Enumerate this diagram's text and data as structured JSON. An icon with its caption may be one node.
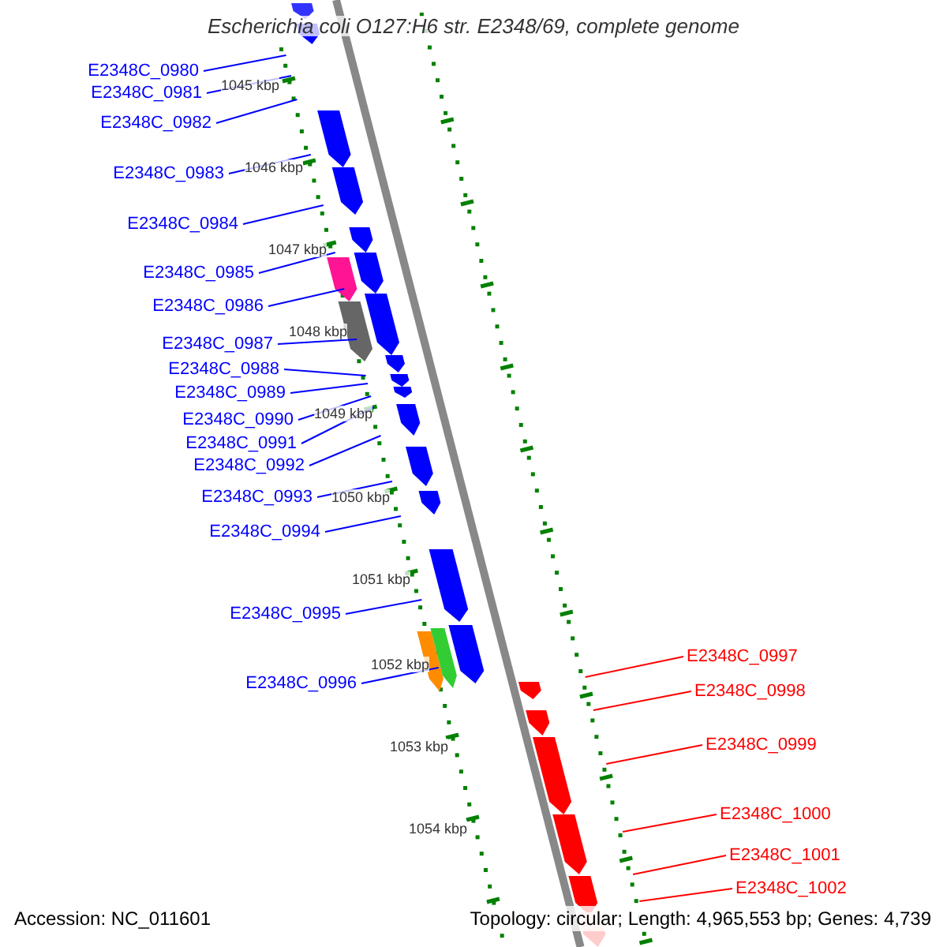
{
  "diagram": {
    "title": "Escherichia coli O127:H6 str. E2348/69, complete genome",
    "nodes": [
      {
        "text": [
          "E2348C_0980"
        ]
      },
      {
        "text": [
          "E2348C_0981"
        ]
      },
      {
        "text": [
          "E2348C_0982"
        ]
      },
      {
        "text": [
          "E2348C_0983"
        ]
      },
      {
        "text": [
          "E2348C_0984"
        ]
      },
      {
        "text": [
          "E2348C_0985"
        ]
      },
      {
        "text": [
          "E2348C_0986"
        ]
      },
      {
        "text": [
          "E2348C_0987"
        ]
      },
      {
        "text": [
          "E2348C_0988"
        ]
      },
      {
        "text": [
          "E2348C_0989"
        ]
      },
      {
        "text": [
          "E2348C_0990"
        ]
      },
      {
        "text": [
          "E2348C_0991"
        ]
      },
      {
        "text": [
          "E2348C_0992"
        ]
      },
      {
        "text": [
          "E2348C_0993"
        ]
      },
      {
        "text": [
          "E2348C_0994"
        ]
      },
      {
        "text": [
          "E2348C_0995"
        ]
      },
      {
        "text": [
          "E2348C_0996"
        ]
      },
      {
        "text": [
          "E2348C_0997"
        ]
      },
      {
        "text": [
          "E2348C_0998"
        ]
      },
      {
        "text": [
          "E2348C_0999"
        ]
      },
      {
        "text": [
          "E2348C_1000"
        ]
      },
      {
        "text": [
          "E2348C_1001"
        ]
      },
      {
        "text": [
          "E2348C_1002"
        ]
      },
      {
        "text": [],
        "shape": "ruler"
      },
      {
        "text": [],
        "shape": "ruler"
      }
    ],
    "edges": [
      {
        "from": 0,
        "to": 23,
        "arrow": "none"
      },
      {
        "from": 1,
        "to": 23,
        "arrow": "none"
      },
      {
        "from": 2,
        "to": 23,
        "arrow": "none"
      },
      {
        "from": 3,
        "to": 23,
        "arrow": "none"
      },
      {
        "from": 4,
        "to": 23,
        "arrow": "none"
      },
      {
        "from": 5,
        "to": 23,
        "arrow": "none"
      },
      {
        "from": 6,
        "to": 23,
        "arrow": "none"
      },
      {
        "from": 7,
        "to": 23,
        "arrow": "none"
      },
      {
        "from": 8,
        "to": 23,
        "arrow": "none"
      },
      {
        "from": 9,
        "to": 23,
        "arrow": "none"
      },
      {
        "from": 10,
        "to": 23,
        "arrow": "none"
      },
      {
        "from": 11,
        "to": 23,
        "arrow": "none"
      },
      {
        "from": 12,
        "to": 23,
        "arrow": "none"
      },
      {
        "from": 13,
        "to": 23,
        "arrow": "none"
      },
      {
        "from": 14,
        "to": 23,
        "arrow": "none"
      },
      {
        "from": 15,
        "to": 23,
        "arrow": "none"
      },
      {
        "from": 16,
        "to": 23,
        "arrow": "none"
      },
      {
        "from": 17,
        "to": 24,
        "arrow": "none",
        "color": "#ff0000"
      },
      {
        "from": 18,
        "to": 24,
        "arrow": "none",
        "color": "#ff0000"
      },
      {
        "from": 19,
        "to": 24,
        "arrow": "none",
        "color": "#ff0000"
      },
      {
        "from": 20,
        "to": 24,
        "arrow": "none",
        "color": "#ff0000"
      },
      {
        "from": 21,
        "to": 24,
        "arrow": "none",
        "color": "#ff0000"
      },
      {
        "from": 22,
        "to": 24,
        "arrow": "none",
        "color": "#ff0000"
      }
    ],
    "labels": [
      "1045 kbp",
      "1046 kbp",
      "1047 kbp",
      "1048 kbp",
      "1049 kbp",
      "1050 kbp",
      "1051 kbp",
      "1052 kbp",
      "1053 kbp",
      "1054 kbp",
      "Accession: NC_011601",
      "Topology: circular; Length: 4,965,553 bp; Genes: 4,739"
    ]
  }
}
